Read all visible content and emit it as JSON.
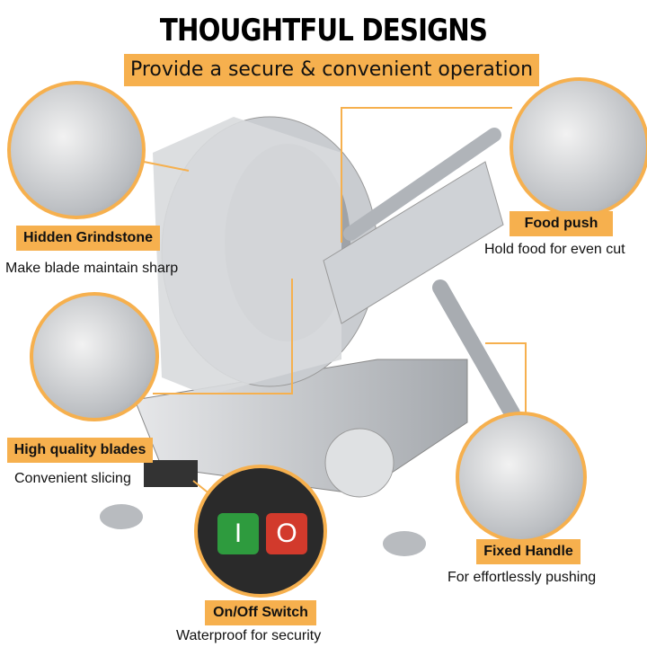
{
  "header": {
    "title": "THOUGHTFUL DESIGNS",
    "subtitle": "Provide a secure & convenient operation"
  },
  "features": [
    {
      "label": "Hidden Grindstone",
      "description": "Make blade maintain sharp"
    },
    {
      "label": "High quality blades",
      "description": "Convenient slicing"
    },
    {
      "label": "On/Off Switch",
      "description": "Waterproof for security"
    },
    {
      "label": "Food push",
      "description": "Hold food for even cut"
    },
    {
      "label": "Fixed Handle",
      "description": "For effortlessly pushing"
    }
  ],
  "switch": {
    "on_symbol": "I",
    "off_symbol": "O",
    "on_color": "#2e9b3e",
    "off_color": "#d23a2c"
  },
  "colors": {
    "accent": "#F6B04E"
  }
}
